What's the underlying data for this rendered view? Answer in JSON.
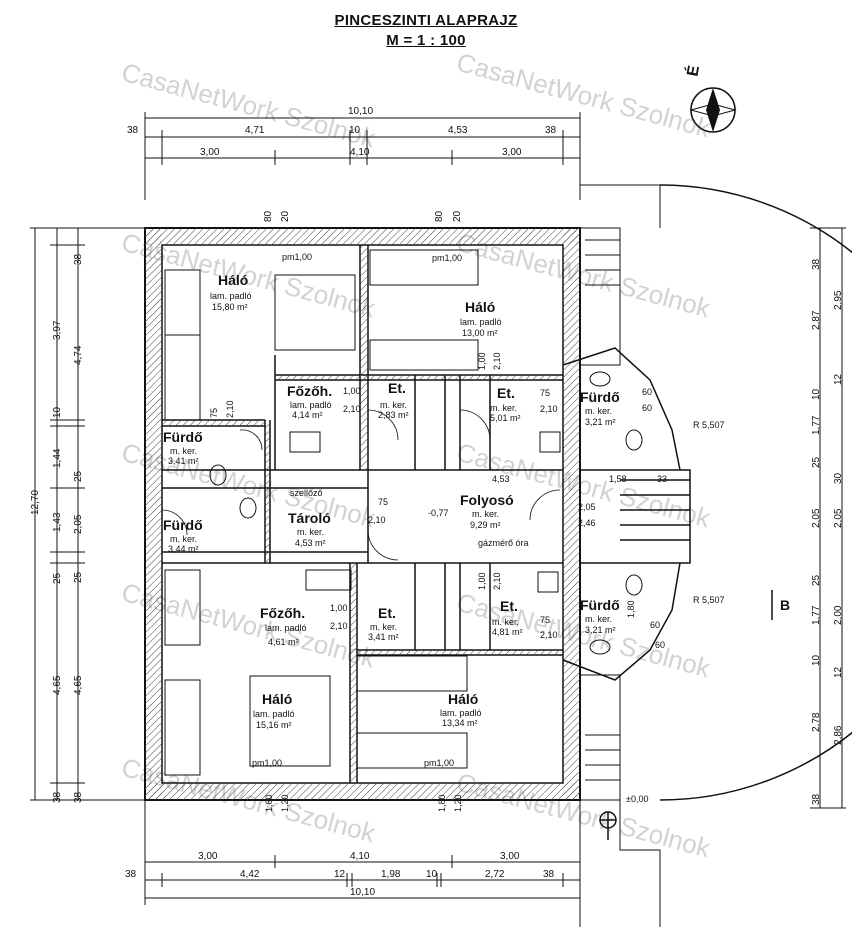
{
  "title": "PINCESZINTI ALAPRAJZ",
  "scale": "M = 1 : 100",
  "north_label": "É",
  "watermark": "CasaNetWork Szolnok",
  "section_label": "B",
  "top_dims": {
    "row1": [
      "10,10"
    ],
    "row2": [
      "38",
      "4,71",
      "10",
      "4,53",
      "38"
    ],
    "row3": [
      "3,00",
      "4,10",
      "3,00"
    ]
  },
  "bottom_dims": {
    "row1": [
      "3,00",
      "4,10",
      "3,00"
    ],
    "row2": [
      "38",
      "4,42",
      "12",
      "1,98",
      "10",
      "2,72",
      "38"
    ],
    "row3": [
      "10,10"
    ]
  },
  "left_dims": {
    "outer": [
      "12,70"
    ],
    "mid": [
      "3,97",
      "10",
      "1,44",
      "1,43",
      "25",
      "4,65",
      "38"
    ],
    "inner": [
      "38",
      "4,74",
      "25",
      "2,05",
      "25",
      "4,65",
      "38"
    ]
  },
  "right_dims": [
    "38",
    "2,95",
    "2,87",
    "12",
    "10",
    "1,77",
    "25",
    "30",
    "2,05",
    "2,05",
    "25",
    "1,77",
    "2,00",
    "10",
    "12",
    "2,78",
    "2,86",
    "38"
  ],
  "rooms": [
    {
      "name": "Háló",
      "l1": "lam. padló",
      "l2": "15,80 m²"
    },
    {
      "name": "Háló",
      "l1": "lam. padló",
      "l2": "13,00 m²"
    },
    {
      "name": "Főzőh.",
      "l1": "lam. padló",
      "l2": "4,14 m²"
    },
    {
      "name": "Et.",
      "l1": "m. ker.",
      "l2": "2,83 m²"
    },
    {
      "name": "Et.",
      "l1": "m. ker.",
      "l2": "5,01 m²"
    },
    {
      "name": "Fürdő",
      "l1": "m. ker.",
      "l2": "3,21 m²"
    },
    {
      "name": "Fürdő",
      "l1": "m. ker.",
      "l2": "3,41 m²"
    },
    {
      "name": "Fürdő",
      "l1": "m. ker.",
      "l2": "3,44 m²"
    },
    {
      "name": "Tároló",
      "l1": "m. ker.",
      "l2": "4,53 m²"
    },
    {
      "name": "Folyosó",
      "l1": "m. ker.",
      "l2": "9,29 m²"
    },
    {
      "name": "Főzőh.",
      "l1": "lam. padló",
      "l2": "4,61 m²"
    },
    {
      "name": "Et.",
      "l1": "m. ker.",
      "l2": "3,41 m²"
    },
    {
      "name": "Et.",
      "l1": "m. ker.",
      "l2": "4,81 m²"
    },
    {
      "name": "Fürdő",
      "l1": "m. ker.",
      "l2": "3,21 m²"
    },
    {
      "name": "Háló",
      "l1": "lam. padló",
      "l2": "15,16 m²"
    },
    {
      "name": "Háló",
      "l1": "lam. padló",
      "l2": "13,34 m²"
    }
  ],
  "notes": {
    "pm_top_left": "pm1,00",
    "pm_top_right": "pm1,00",
    "pm_bottom_left": "pm1,00",
    "pm_bottom_right": "pm1,00",
    "szellozo": "szellőző",
    "gazmero": "gázmérő óra",
    "level_minus": "-0,77",
    "level_zero": "±0,00",
    "radius_top": "R 5,507",
    "radius_bottom": "R 5,507",
    "door_dims": [
      "80",
      "20",
      "80",
      "20",
      "1,00",
      "2,10",
      "75",
      "2,10",
      "1,00",
      "2,10",
      "75",
      "2,10",
      "60",
      "60",
      "75",
      "2,10",
      "2,05",
      "2,46",
      "1,58",
      "33",
      "4,53",
      "1,00",
      "2,10",
      "1,00",
      "2,10",
      "75",
      "2,10",
      "60",
      "1,80",
      "60",
      "1,80",
      "1,20",
      "1,80",
      "1,20"
    ]
  }
}
